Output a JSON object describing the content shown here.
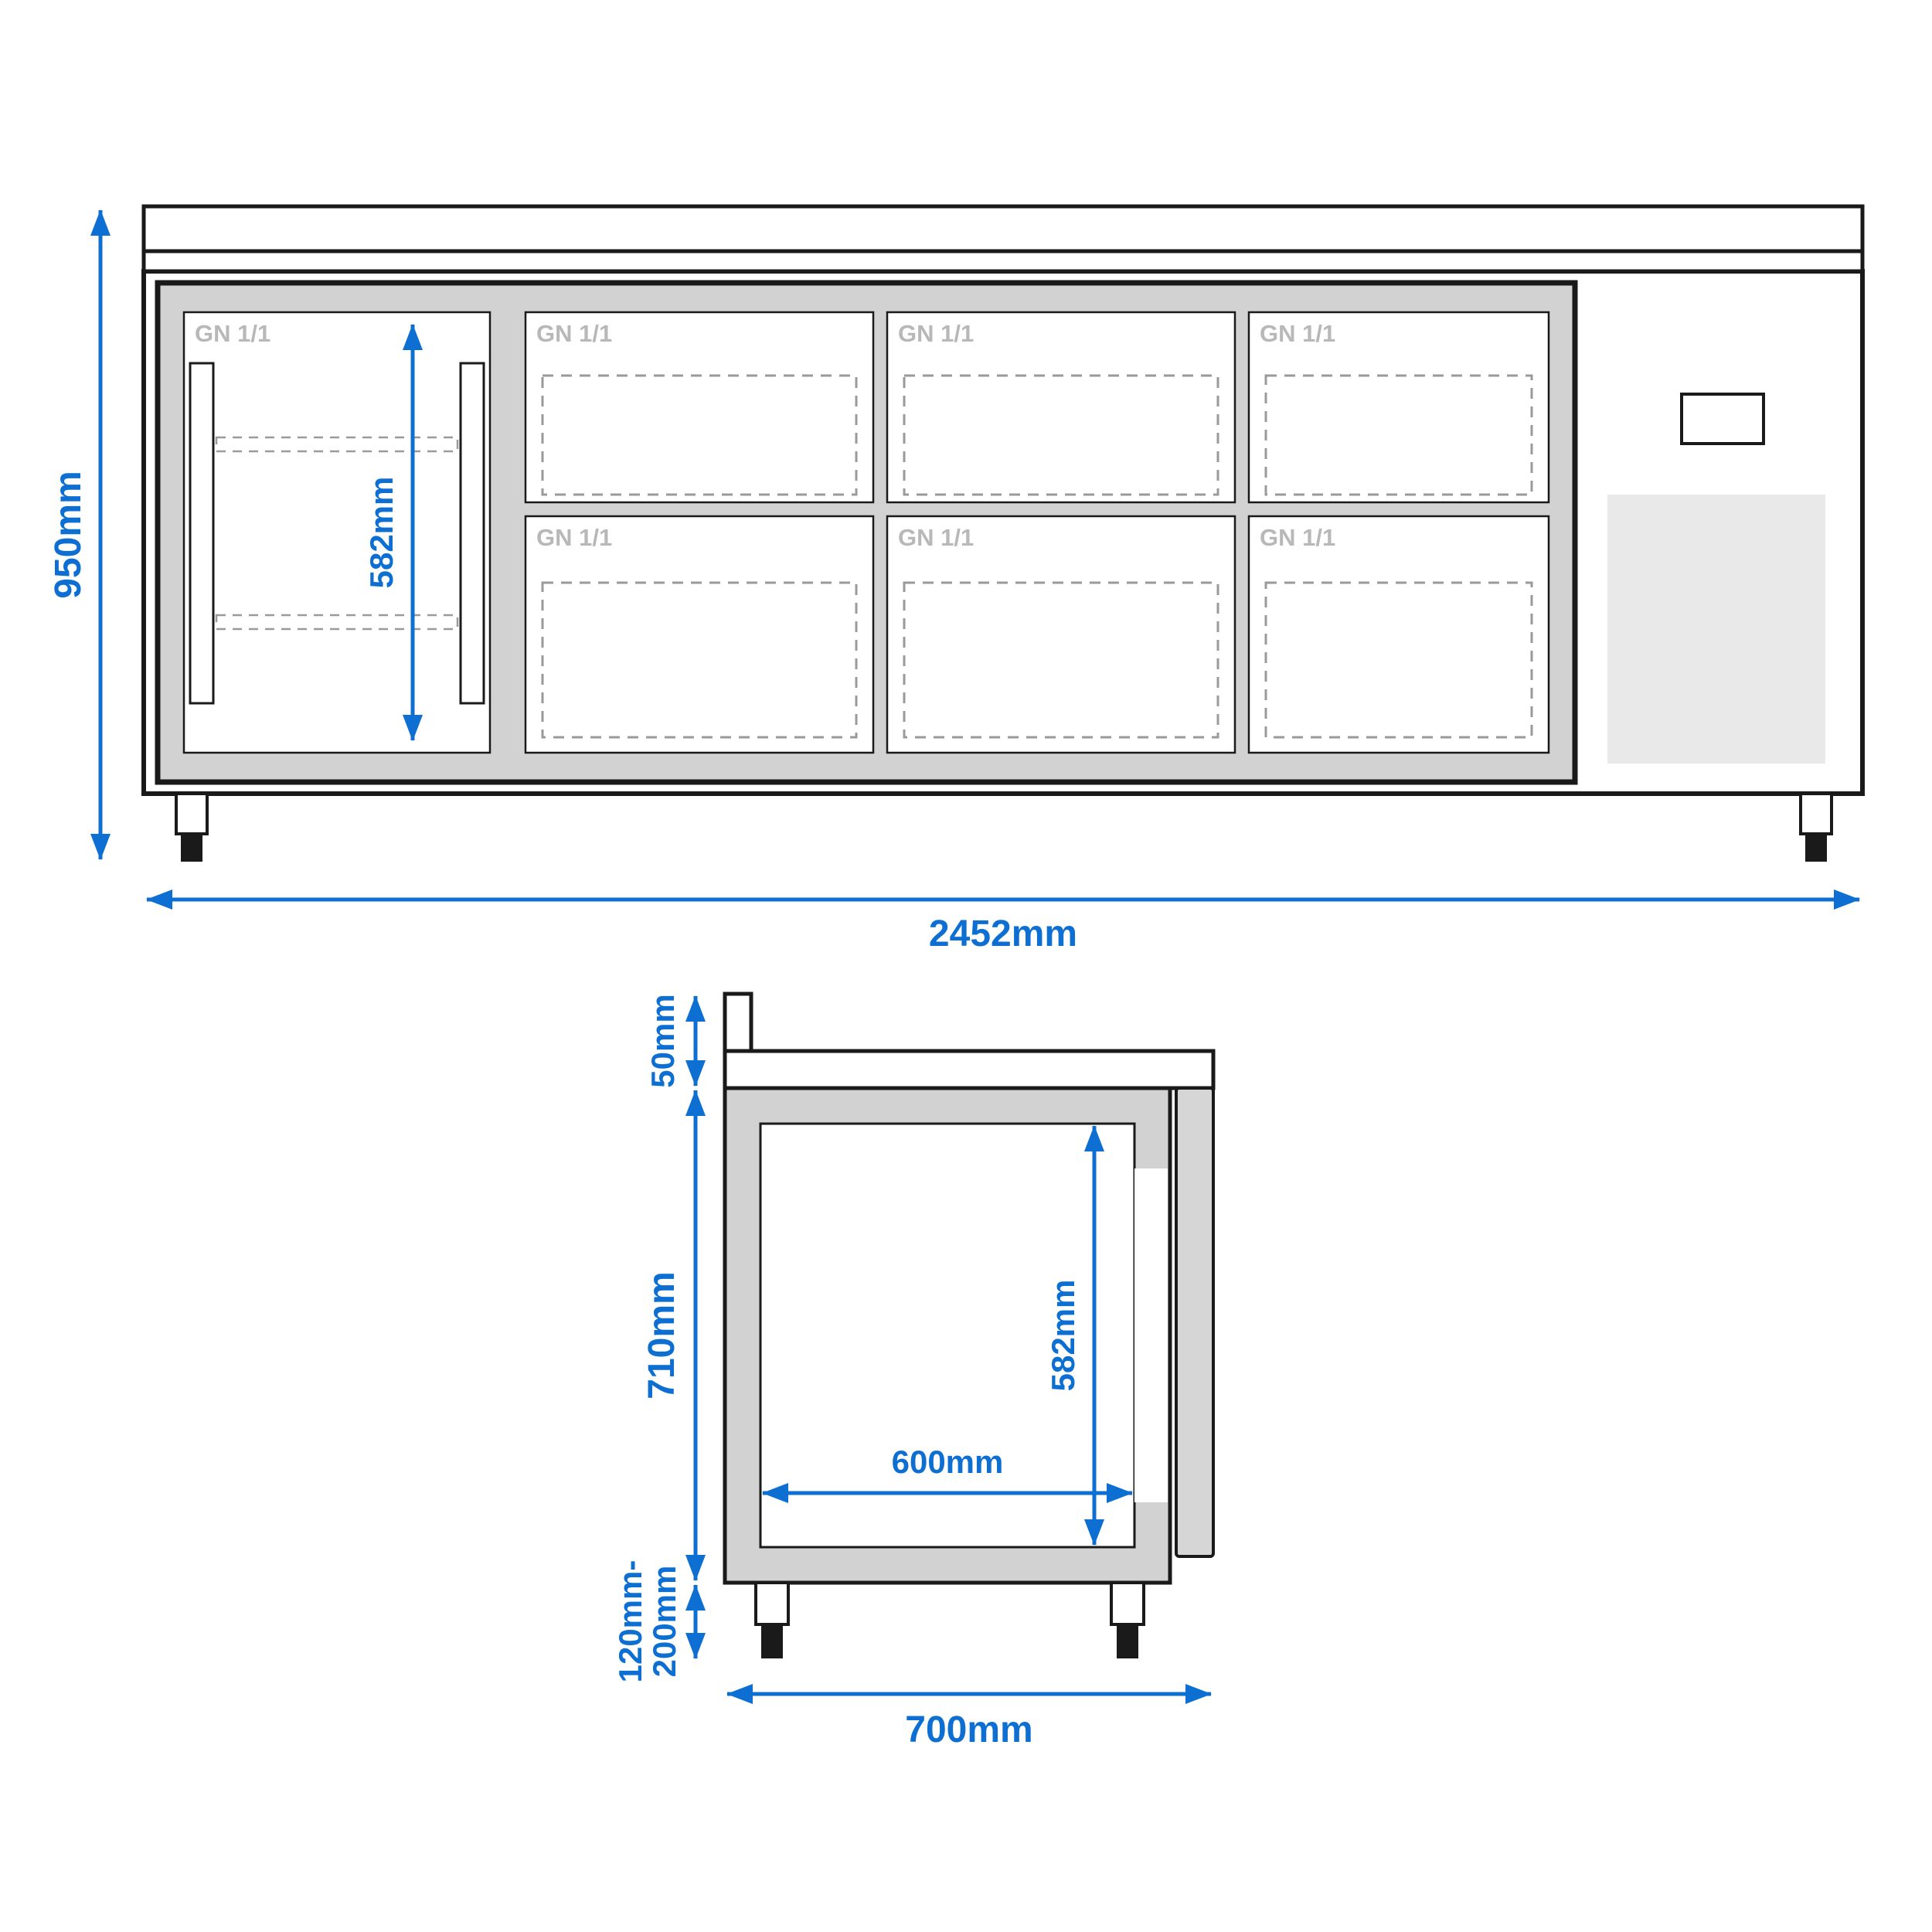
{
  "page": {
    "background": "#ffffff",
    "subject": "Refrigerated counter technical drawing, front view and side view with dimensions"
  },
  "colors": {
    "dimension_blue": "#0e6fd2",
    "outline_dark": "#1a1a1a",
    "frame_gray": "#d2d2d2",
    "panel_gray": "#e9e9e9",
    "door_gray": "#d6d6d6",
    "gn_label_gray": "#b8b8b8"
  },
  "front_view": {
    "overall_height": "950mm",
    "overall_width": "2452mm",
    "inner_height": "582mm",
    "gn_labels": [
      "GN 1/1",
      "GN 1/1",
      "GN 1/1",
      "GN 1/1",
      "GN 1/1",
      "GN 1/1",
      "GN 1/1"
    ]
  },
  "side_view": {
    "backsplash_height": "50mm",
    "body_height": "710mm",
    "leg_height_line1": "120mm-",
    "leg_height_line2": "200mm",
    "overall_depth": "700mm",
    "inner_depth": "600mm",
    "inner_height": "582mm"
  }
}
